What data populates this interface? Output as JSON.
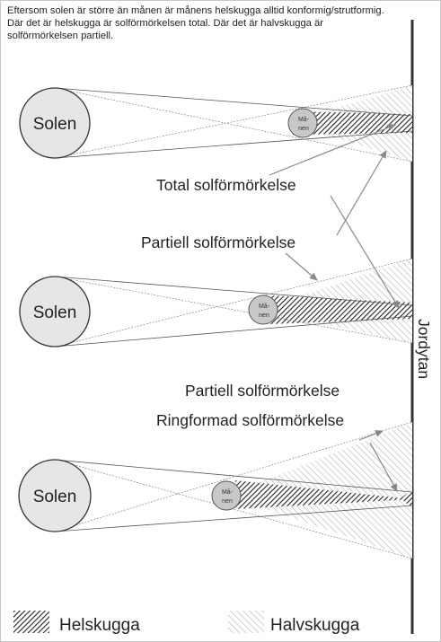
{
  "intro_text": "Eftersom solen är större än månen är månens helskugga alltid konformig/strutformig. Där det är helskugga är solförmörkelsen total. Där det är halvskugga är solförmörkelsen partiell.",
  "sun_label": "Solen",
  "moon_label_top": "Må-",
  "moon_label_bottom": "nen",
  "earth_label": "Jordytan",
  "labels": {
    "total": "Total solförmörkelse",
    "partial_1": "Partiell solförmörkelse",
    "partial_2": "Partiell solförmörkelse",
    "annular": "Ringformad solförmörkelse"
  },
  "legend": {
    "umbra": "Helskugga",
    "penumbra": "Halvskugga"
  },
  "colors": {
    "body_fill": "#e6e6e6",
    "line": "#333333",
    "hatch_dense": "#222222",
    "hatch_light": "#b4b4b4"
  }
}
